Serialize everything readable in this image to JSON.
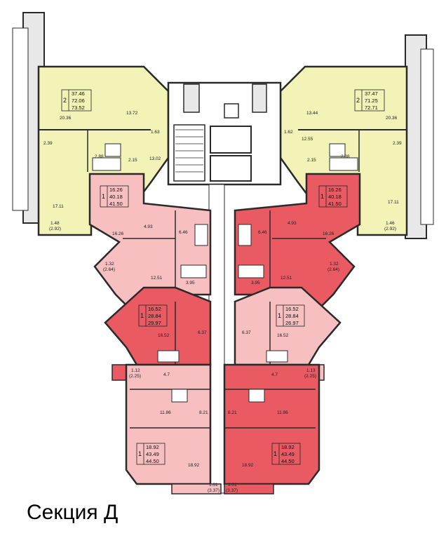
{
  "caption": "Секция Д",
  "colors": {
    "yellow": "#f3f2b7",
    "light_pink": "#f7bfc0",
    "red": "#e95a63",
    "wall": "#2a2a2a",
    "wall_gray": "#d4d4d4"
  },
  "apartments": [
    {
      "id": "top-left-2room",
      "rooms": "2",
      "values": [
        "37.46",
        "72.06",
        "73.52"
      ],
      "color": "yellow"
    },
    {
      "id": "top-right-2room",
      "rooms": "2",
      "values": [
        "37.47",
        "71.25",
        "72.71"
      ],
      "color": "yellow"
    },
    {
      "id": "left-upper-1room",
      "rooms": "1",
      "values": [
        "16.26",
        "40.18",
        "41.50"
      ],
      "color": "light_pink"
    },
    {
      "id": "right-upper-1room",
      "rooms": "1",
      "values": [
        "16.26",
        "40.18",
        "41.50"
      ],
      "color": "red"
    },
    {
      "id": "left-middle-1room",
      "rooms": "1",
      "values": [
        "16.52",
        "28.84",
        "29.97"
      ],
      "color": "red"
    },
    {
      "id": "right-middle-1room",
      "rooms": "1",
      "values": [
        "16.52",
        "28.84",
        "26.97"
      ],
      "color": "light_pink"
    },
    {
      "id": "left-lower-1room",
      "rooms": "1",
      "values": [
        "18.92",
        "43.49",
        "44.50"
      ],
      "color": "light_pink"
    },
    {
      "id": "right-lower-1room",
      "rooms": "1",
      "values": [
        "18.92",
        "43.49",
        "44.50"
      ],
      "color": "red"
    }
  ],
  "room_labels": [
    "20.36",
    "13.72",
    "1.63",
    "2.39",
    "2.88",
    "2.15",
    "13.02",
    "17.11",
    "1.48",
    "(2.92)",
    "13.44",
    "20.36",
    "1.62",
    "12.55",
    "2.88",
    "2.15",
    "2.39",
    "17.11",
    "1.46",
    "(2.92)",
    "16.26",
    "4.93",
    "6.46",
    "12.51",
    "3.95",
    "1.32",
    "(2.64)",
    "6.46",
    "4.93",
    "16.26",
    "12.51",
    "3.95",
    "1.32",
    "(2.64)",
    "16.52",
    "6.37",
    "1.12",
    "(2.25)",
    "6.37",
    "16.52",
    "1.13",
    "(2.25)",
    "4.7",
    "11.86",
    "8.21",
    "18.92",
    "4.7",
    "11.86",
    "8.21",
    "18.92",
    "1.01",
    "(3.37)",
    "1.01",
    "(3.37)"
  ]
}
